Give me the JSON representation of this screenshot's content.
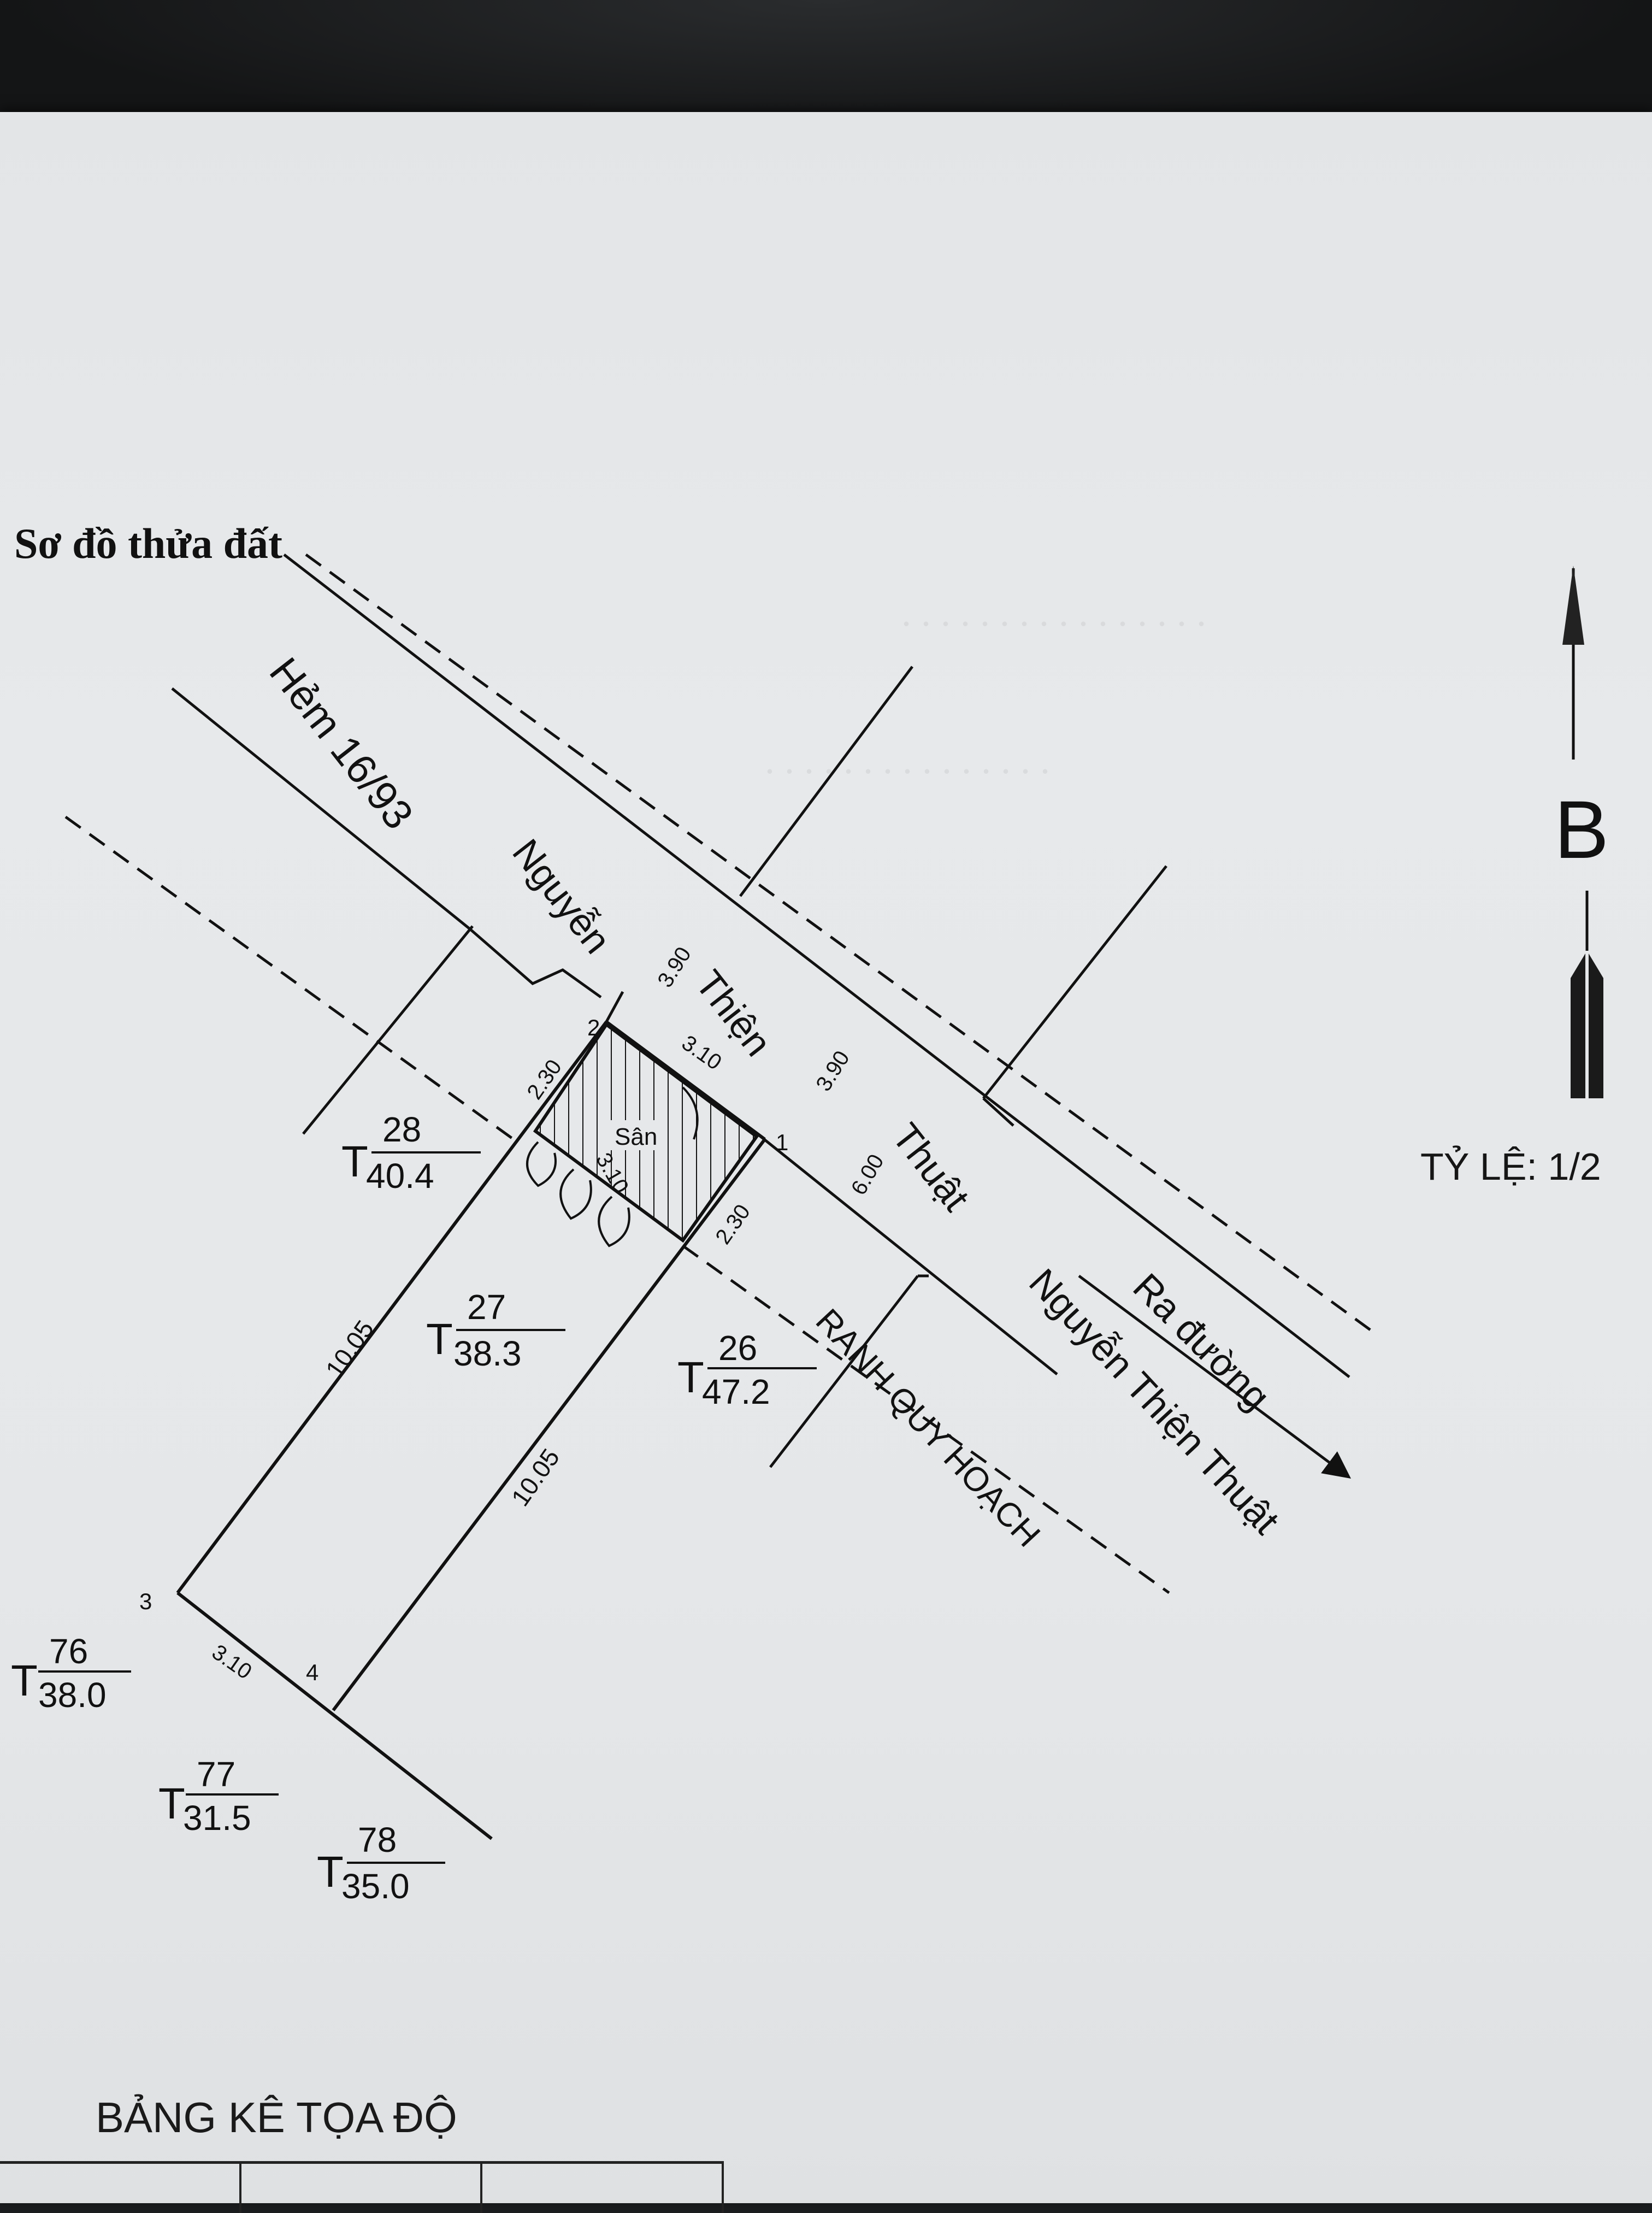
{
  "document": {
    "section_title": "Sơ đồ thửa đất",
    "north_letter": "B",
    "scale_label": "TỶ LỆ: 1/2",
    "table_title": "BẢNG KÊ TỌA ĐỘ"
  },
  "streets": {
    "hem": "Hẻm 16/93",
    "hem_name_1": "Nguyễn",
    "hem_name_2": "Thiện",
    "hem_name_3": "Thuật",
    "ra_duong": "Ra đường",
    "main_street": "Nguyễn Thiện Thuật",
    "planning_boundary": "RANH QUY HOẠCH"
  },
  "plot": {
    "courtyard_label": "Sân",
    "corner_labels": [
      "1",
      "2",
      "3",
      "4"
    ],
    "side_left": "10.05",
    "side_right": "10.05",
    "back_width": "3.10",
    "front_width": "3.10",
    "courtyard_width": "3.10",
    "courtyard_left": "2.30",
    "courtyard_right": "2.30",
    "setback_left": "3.90",
    "setback_right": "3.90",
    "road_width": "6.00"
  },
  "parcels": [
    {
      "id": "28",
      "area": "40.4"
    },
    {
      "id": "27",
      "area": "38.3"
    },
    {
      "id": "26",
      "area": "47.2"
    },
    {
      "id": "76",
      "area": "38.0"
    },
    {
      "id": "77",
      "area": "31.5"
    },
    {
      "id": "78",
      "area": "35.0"
    }
  ],
  "parcel_prefix": "T"
}
